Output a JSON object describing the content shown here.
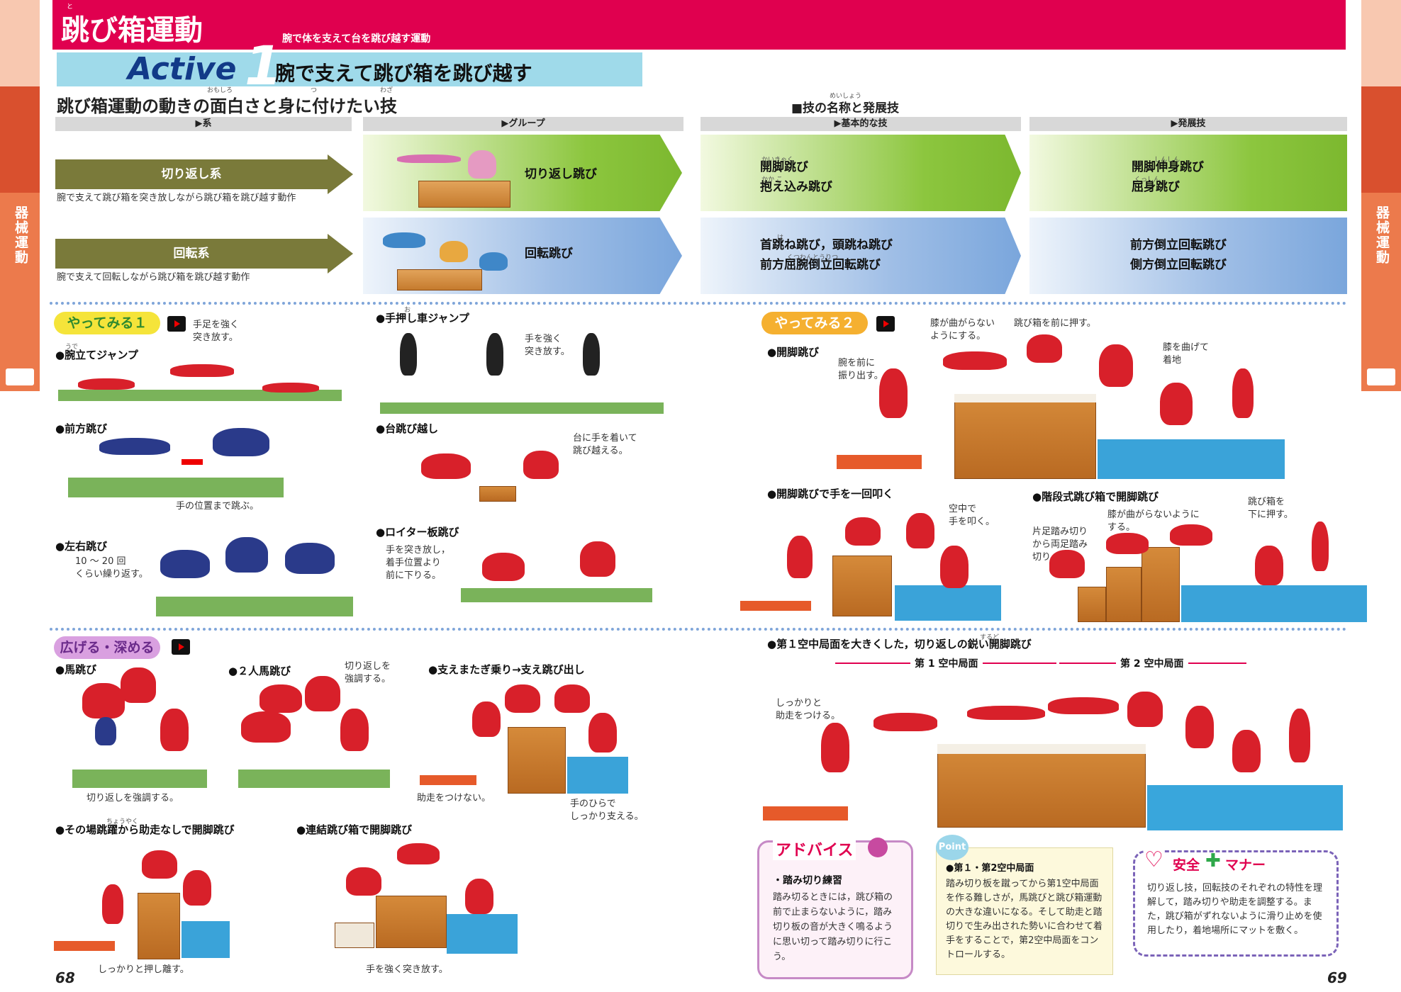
{
  "header": {
    "title": "跳び箱運動",
    "title_ruby": "と",
    "subtitle": "腕で体を支えて台を跳び越す運動"
  },
  "side": {
    "left_label": "器械運動",
    "right_label": "器械運動"
  },
  "active": {
    "label": "Active",
    "number": "1",
    "title": "腕で支えて跳び箱を跳び越す"
  },
  "section": {
    "title": "跳び箱運動の動きの面白さと身に付けたい技",
    "ruby_omoshiro": "おもしろ",
    "ruby_tsu": "つ",
    "ruby_waza": "わざ",
    "waza_heading": "■技の名称と発展技",
    "waza_ruby": "めいしょう"
  },
  "table": {
    "headers": [
      "▶系",
      "▶グループ",
      "▶基本的な技",
      "▶発展技"
    ],
    "rows": [
      {
        "kei": "切り返し系",
        "desc": "腕で支えて跳び箱を突き放しながら跳び箱を跳び越す動作",
        "group": "切り返し跳び",
        "basic": [
          "開脚跳び",
          "抱え込み跳び"
        ],
        "basic_ruby": [
          "かいきゃく",
          "かか こ"
        ],
        "adv": [
          "開脚伸身跳び",
          "屈身跳び"
        ],
        "adv_ruby": [
          "しんしん",
          "くっしん"
        ]
      },
      {
        "kei": "回転系",
        "desc": "腕で支えて回転しながら跳び箱を跳び越す動作",
        "group": "回転跳び",
        "basic": [
          "首跳ね跳び，頭跳ね跳び",
          "前方屈腕倒立回転跳び"
        ],
        "basic_ruby": [
          "は",
          "くつわんとうりつ"
        ],
        "adv": [
          "前方倒立回転跳び",
          "側方倒立回転跳び"
        ],
        "adv_ruby": [
          "",
          ""
        ]
      }
    ]
  },
  "try1": {
    "badge": "やってみる１",
    "note": [
      "手足を強く",
      "突き放す。"
    ],
    "items": [
      {
        "label": "●腕立てジャンプ",
        "ruby": "うで"
      },
      {
        "label": "●前方跳び",
        "caption": "手の位置まで跳ぶ。"
      },
      {
        "label": "●左右跳び",
        "note": [
          "10 ～ 20 回",
          "くらい繰り返す。"
        ]
      },
      {
        "label": "●手押し車ジャンプ",
        "ruby": "お",
        "note": [
          "手を強く",
          "突き放す。"
        ]
      },
      {
        "label": "●台跳び越し",
        "note": [
          "台に手を着いて",
          "跳び越える。"
        ]
      },
      {
        "label": "●ロイター板跳び",
        "note": [
          "手を突き放し，",
          "着手位置より",
          "前に下りる。"
        ]
      }
    ]
  },
  "try2": {
    "badge": "やってみる２",
    "items": [
      {
        "label": "●開脚跳び",
        "notes": [
          [
            "腕を前に",
            "振り出す。"
          ],
          [
            "膝が曲がらない",
            "ようにする。"
          ],
          [
            "跳び箱を前に押す。"
          ],
          [
            "膝を曲げて",
            "着地"
          ]
        ]
      },
      {
        "label": "●開脚跳びで手を一回叩く",
        "note": [
          "空中で",
          "手を叩く。"
        ]
      },
      {
        "label": "●階段式跳び箱で開脚跳び",
        "notes": [
          [
            "片足踏み切り",
            "から両足踏み",
            "切り"
          ],
          [
            "膝が曲がらないように",
            "する。"
          ],
          [
            "跳び箱を",
            "下に押す。"
          ]
        ]
      },
      {
        "label": "●第１空中局面を大きくした，切り返しの鋭い開脚跳び",
        "ruby": "するど",
        "phase1": "第 1 空中局面",
        "phase2": "第 2 空中局面",
        "note": [
          "しっかりと",
          "助走をつける。"
        ]
      }
    ]
  },
  "expand": {
    "badge": "広げる・深める",
    "items": [
      {
        "label": "●馬跳び",
        "caption": "切り返しを強調する。"
      },
      {
        "label": "●２人馬跳び",
        "note": [
          "切り返しを",
          "強調する。"
        ]
      },
      {
        "label": "●支えまたぎ乗り→支え跳び出し",
        "caption": "助走をつけない。",
        "note": [
          "手のひらで",
          "しっかり支える。"
        ]
      },
      {
        "label": "●その場跳躍から助走なしで開脚跳び",
        "ruby": "ちょうやく",
        "caption": "しっかりと押し離す。"
      },
      {
        "label": "●連結跳び箱で開脚跳び",
        "caption": "手を強く突き放す。"
      }
    ]
  },
  "advice": {
    "title": "アドバイス",
    "heading": "・踏み切り練習",
    "body": "踏み切るときには，跳び箱の前で止まらないように，踏み切り板の音が大きく鳴るように思い切って踏み切りに行こう。"
  },
  "point": {
    "title": "Point",
    "heading": "●第１・第2空中局面",
    "body": "踏み切り板を蹴ってから第1空中局面を作る難しさが，馬跳びと跳び箱運動の大きな違いになる。そして助走と踏切りで生み出された勢いに合わせて着手をすることで，第2空中局面をコントロールする。"
  },
  "safety": {
    "title": "安全",
    "title2": "マナー",
    "body": "切り返し技，回転技のそれぞれの特性を理解して，踏み切りや助走を調整する。また，跳び箱がずれないように滑り止めを使用したり，着地場所にマットを敷く。"
  },
  "pages": {
    "left": "68",
    "right": "69"
  },
  "colors": {
    "magenta": "#e0004f",
    "cyan": "#9fdaea",
    "navy": "#123a88",
    "olive": "#7a7a3a",
    "green": "#8cc63e",
    "blue": "#7aa6dc",
    "orange": "#d9502e"
  }
}
